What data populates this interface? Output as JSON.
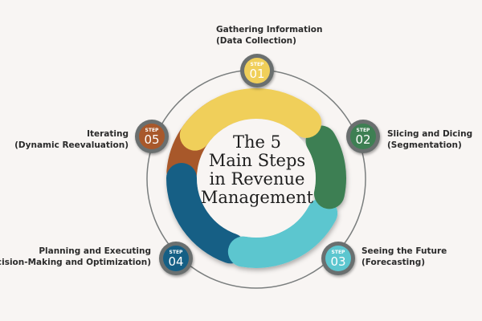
{
  "title_lines": [
    "The 5",
    "Main Steps",
    "in Revenue",
    "Management"
  ],
  "steps": [
    {
      "step_label": "STEP",
      "number": "01",
      "title": "Gathering Information",
      "subtitle": "(Data Collection)",
      "color": "#f0cf5a"
    },
    {
      "step_label": "STEP",
      "number": "02",
      "title": "Slicing and Dicing",
      "subtitle": "(Segmentation)",
      "color": "#3e7f53"
    },
    {
      "step_label": "STEP",
      "number": "03",
      "title": "Seeing the Future",
      "subtitle": "(Forecasting)",
      "color": "#5cc6cf"
    },
    {
      "step_label": "STEP",
      "number": "04",
      "title": "Planning and Executing",
      "subtitle": "(Decision-Making and Optimization)",
      "color": "#155f85"
    },
    {
      "step_label": "STEP",
      "number": "05",
      "title": "Iterating",
      "subtitle": "(Dynamic Reevaluation)",
      "color": "#a8582b"
    }
  ]
}
